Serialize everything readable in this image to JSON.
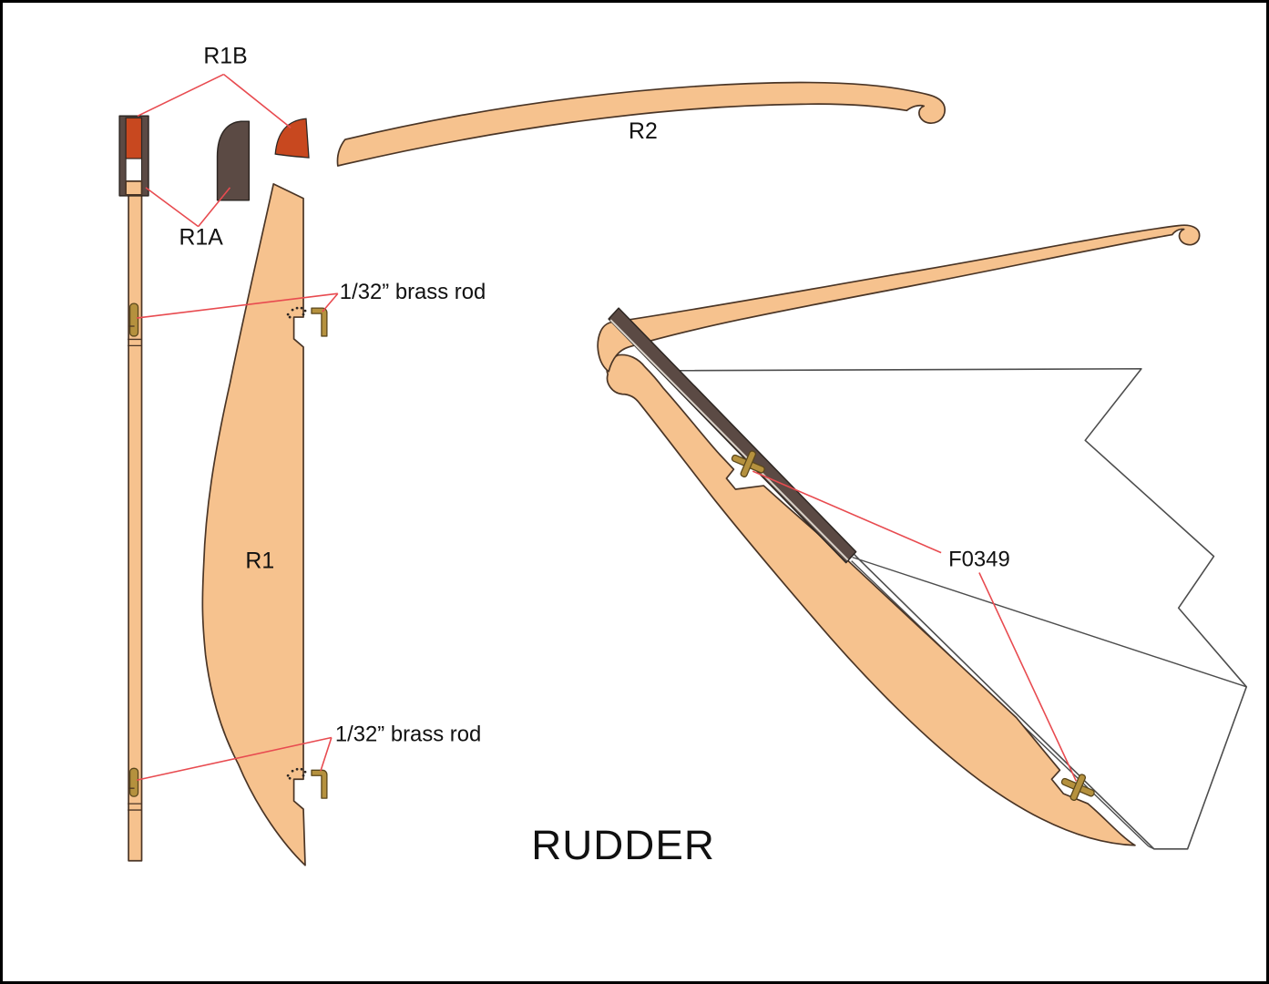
{
  "title": {
    "text": "RUDDER"
  },
  "labels": {
    "r1b": "R1B",
    "r1a": "R1A",
    "r2": "R2",
    "r1": "R1",
    "brass_rod_top": "1/32” brass rod",
    "brass_rod_bottom": "1/32” brass rod",
    "fitting": "F0349"
  },
  "colors": {
    "wood": "#F6C28E",
    "wood_outline": "#4A3526",
    "dark": "#5B4A44",
    "dark_outline": "#2E2723",
    "orange": "#C8481F",
    "brass": "#B5913E",
    "brass_outline": "#5A471C",
    "leader": "#E84B50",
    "hull_line": "#4D4D4D",
    "highlight": "#D9D2C9",
    "ink": "#111111",
    "border": "#000000"
  }
}
